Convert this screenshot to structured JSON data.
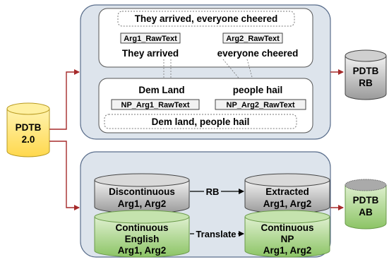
{
  "sources": {
    "pdtb20": {
      "line1": "PDTB",
      "line2": "2.0"
    }
  },
  "outputs": {
    "rb": {
      "line1": "PDTB",
      "line2": "RB"
    },
    "ab": {
      "line1": "PDTB",
      "line2": "AB"
    }
  },
  "top_panel": {
    "original_sentence": "They arrived, everyone cheered",
    "arg1_tag": "Arg1_RawText",
    "arg2_tag": "Arg2_RawText",
    "arg1_text": "They arrived",
    "arg2_text": "everyone cheered",
    "np1_text": "Dem Land",
    "np2_text": "people hail",
    "np_arg1_tag": "NP_Arg1_RawText",
    "np_arg2_tag": "NP_Arg2_RawText",
    "translated_sentence": "Dem land, people hail"
  },
  "bottom_panel": {
    "discontinuous": {
      "line1": "Discontinuous",
      "line2": "Arg1, Arg2"
    },
    "rb_label": "RB",
    "extracted": {
      "line1": "Extracted",
      "line2": "Arg1, Arg2"
    },
    "continuous_english": {
      "line1": "Continuous",
      "line2": "English",
      "line3": "Arg1, Arg2"
    },
    "translate_label": "Translate",
    "continuous_np": {
      "line1": "Continuous",
      "line2": "NP",
      "line3": "Arg1, Arg2"
    }
  },
  "colors": {
    "panel_fill": "#dde4ec",
    "panel_stroke": "#5a6e8c",
    "arrow_red": "#a52a2a",
    "yellow_cyl": "#ffe680",
    "gray_cyl": "#b3b3b3",
    "green_cyl": "#a9d18e"
  }
}
